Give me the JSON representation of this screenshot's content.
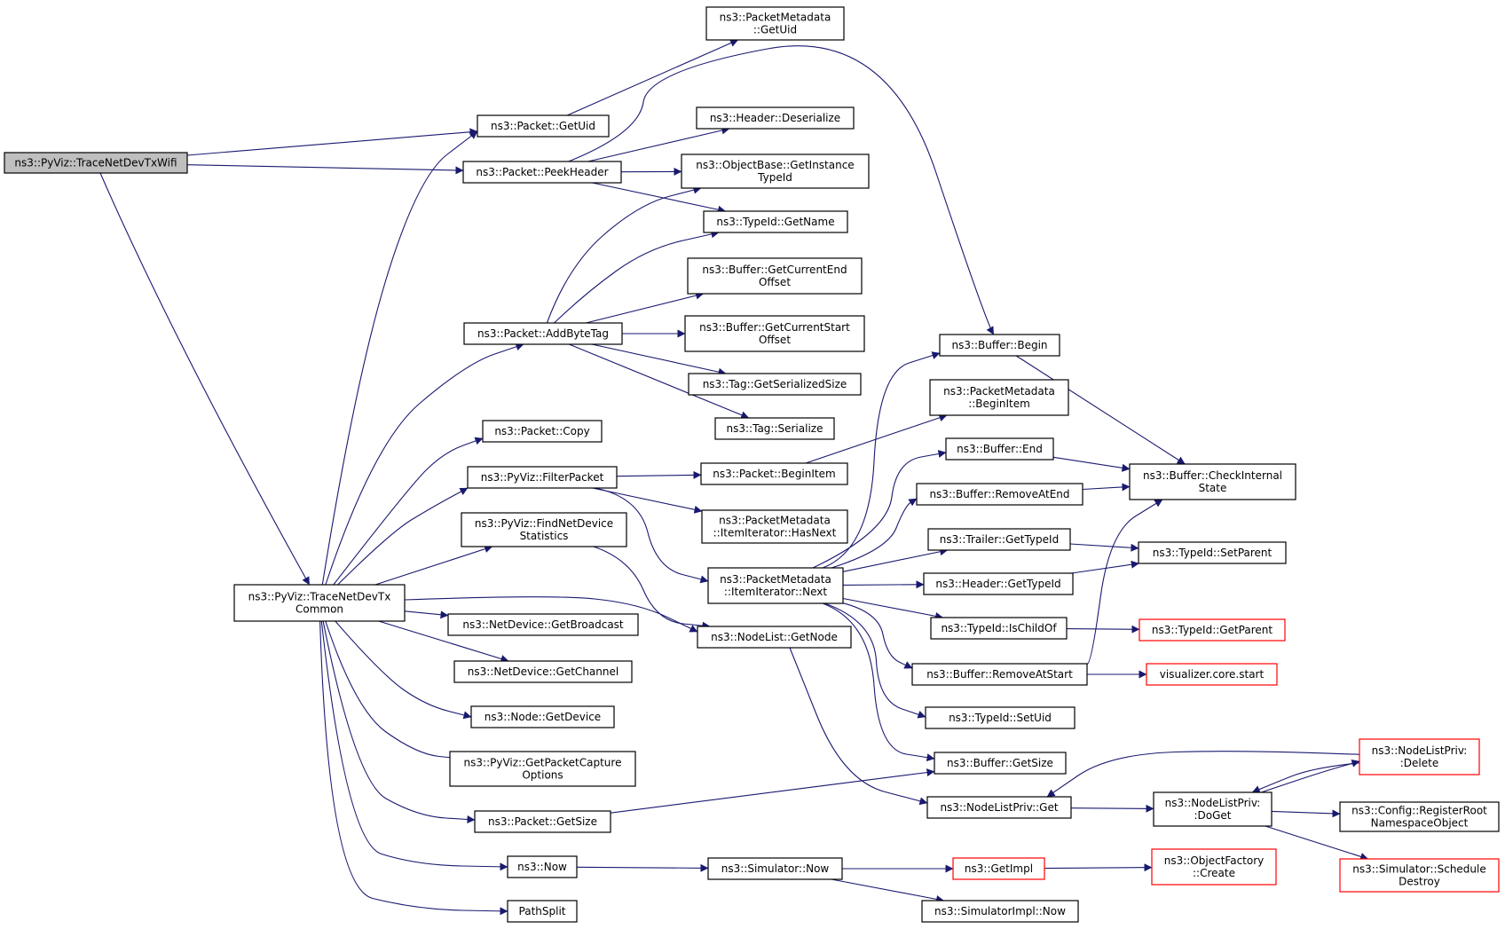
{
  "nodes": [
    {
      "id": "n0",
      "lines": [
        "ns3::PyViz::TraceNetDevTxWifi"
      ],
      "style": "root"
    },
    {
      "id": "n1",
      "lines": [
        "ns3::Packet::GetUid"
      ]
    },
    {
      "id": "n2",
      "lines": [
        "ns3::Packet::PeekHeader"
      ]
    },
    {
      "id": "n3",
      "lines": [
        "ns3::PyViz::TraceNetDevTx",
        "Common"
      ]
    },
    {
      "id": "n4",
      "lines": [
        "ns3::PacketMetadata",
        "::GetUid"
      ]
    },
    {
      "id": "n5",
      "lines": [
        "ns3::Header::Deserialize"
      ]
    },
    {
      "id": "n6",
      "lines": [
        "ns3::ObjectBase::GetInstance",
        "TypeId"
      ]
    },
    {
      "id": "n7",
      "lines": [
        "ns3::TypeId::GetName"
      ]
    },
    {
      "id": "n8",
      "lines": [
        "ns3::Buffer::Begin"
      ]
    },
    {
      "id": "n9",
      "lines": [
        "ns3::Packet::AddByteTag"
      ]
    },
    {
      "id": "n10",
      "lines": [
        "ns3::Buffer::GetCurrentEnd",
        "Offset"
      ]
    },
    {
      "id": "n11",
      "lines": [
        "ns3::Buffer::GetCurrentStart",
        "Offset"
      ]
    },
    {
      "id": "n12",
      "lines": [
        "ns3::Tag::GetSerializedSize"
      ]
    },
    {
      "id": "n13",
      "lines": [
        "ns3::Tag::Serialize"
      ]
    },
    {
      "id": "n14",
      "lines": [
        "ns3::Packet::Copy"
      ]
    },
    {
      "id": "n15",
      "lines": [
        "ns3::PyViz::FilterPacket"
      ]
    },
    {
      "id": "n16",
      "lines": [
        "ns3::Packet::BeginItem"
      ]
    },
    {
      "id": "n17",
      "lines": [
        "ns3::PacketMetadata",
        "::ItemIterator::HasNext"
      ]
    },
    {
      "id": "n18",
      "lines": [
        "ns3::PacketMetadata",
        "::ItemIterator::Next"
      ]
    },
    {
      "id": "n19",
      "lines": [
        "ns3::PyViz::FindNetDevice",
        "Statistics"
      ]
    },
    {
      "id": "n20",
      "lines": [
        "ns3::NodeList::GetNode"
      ]
    },
    {
      "id": "n21",
      "lines": [
        "ns3::NetDevice::GetBroadcast"
      ]
    },
    {
      "id": "n22",
      "lines": [
        "ns3::NetDevice::GetChannel"
      ]
    },
    {
      "id": "n23",
      "lines": [
        "ns3::Node::GetDevice"
      ]
    },
    {
      "id": "n24",
      "lines": [
        "ns3::PyViz::GetPacketCapture",
        "Options"
      ]
    },
    {
      "id": "n25",
      "lines": [
        "ns3::Packet::GetSize"
      ]
    },
    {
      "id": "n26",
      "lines": [
        "ns3::Now"
      ]
    },
    {
      "id": "n27",
      "lines": [
        "PathSplit"
      ]
    },
    {
      "id": "n28",
      "lines": [
        "ns3::PacketMetadata",
        "::BeginItem"
      ]
    },
    {
      "id": "n29",
      "lines": [
        "ns3::Buffer::End"
      ]
    },
    {
      "id": "n30",
      "lines": [
        "ns3::Buffer::RemoveAtEnd"
      ]
    },
    {
      "id": "n31",
      "lines": [
        "ns3::Buffer::CheckInternal",
        "State"
      ]
    },
    {
      "id": "n32",
      "lines": [
        "ns3::Trailer::GetTypeId"
      ]
    },
    {
      "id": "n33",
      "lines": [
        "ns3::TypeId::SetParent"
      ]
    },
    {
      "id": "n34",
      "lines": [
        "ns3::Header::GetTypeId"
      ]
    },
    {
      "id": "n35",
      "lines": [
        "ns3::TypeId::IsChildOf"
      ]
    },
    {
      "id": "n36",
      "lines": [
        "ns3::TypeId::GetParent"
      ],
      "style": "red"
    },
    {
      "id": "n37",
      "lines": [
        "ns3::Buffer::RemoveAtStart"
      ]
    },
    {
      "id": "n38",
      "lines": [
        "visualizer.core.start"
      ],
      "style": "red"
    },
    {
      "id": "n39",
      "lines": [
        "ns3::TypeId::SetUid"
      ]
    },
    {
      "id": "n40",
      "lines": [
        "ns3::Buffer::GetSize"
      ]
    },
    {
      "id": "n41",
      "lines": [
        "ns3::NodeListPriv::Get"
      ]
    },
    {
      "id": "n42",
      "lines": [
        "ns3::NodeListPriv:",
        ":DoGet"
      ]
    },
    {
      "id": "n43",
      "lines": [
        "ns3::NodeListPriv:",
        ":Delete"
      ],
      "style": "red"
    },
    {
      "id": "n44",
      "lines": [
        "ns3::Config::RegisterRoot",
        "NamespaceObject"
      ]
    },
    {
      "id": "n45",
      "lines": [
        "ns3::Simulator::Schedule",
        "Destroy"
      ],
      "style": "red"
    },
    {
      "id": "n46",
      "lines": [
        "ns3::Simulator::Now"
      ]
    },
    {
      "id": "n47",
      "lines": [
        "ns3::GetImpl"
      ],
      "style": "red"
    },
    {
      "id": "n48",
      "lines": [
        "ns3::ObjectFactory",
        "::Create"
      ],
      "style": "red"
    },
    {
      "id": "n49",
      "lines": [
        "ns3::SimulatorImpl::Now"
      ]
    }
  ],
  "edges": [
    [
      "n0",
      "n1"
    ],
    [
      "n0",
      "n2"
    ],
    [
      "n0",
      "n3"
    ],
    [
      "n1",
      "n4"
    ],
    [
      "n2",
      "n5"
    ],
    [
      "n2",
      "n6"
    ],
    [
      "n2",
      "n7"
    ],
    [
      "n2",
      "n8"
    ],
    [
      "n3",
      "n1"
    ],
    [
      "n3",
      "n9"
    ],
    [
      "n3",
      "n14"
    ],
    [
      "n3",
      "n15"
    ],
    [
      "n3",
      "n19"
    ],
    [
      "n3",
      "n20"
    ],
    [
      "n3",
      "n21"
    ],
    [
      "n3",
      "n22"
    ],
    [
      "n3",
      "n23"
    ],
    [
      "n3",
      "n24"
    ],
    [
      "n3",
      "n25"
    ],
    [
      "n3",
      "n26"
    ],
    [
      "n3",
      "n27"
    ],
    [
      "n9",
      "n6"
    ],
    [
      "n9",
      "n7"
    ],
    [
      "n9",
      "n10"
    ],
    [
      "n9",
      "n11"
    ],
    [
      "n9",
      "n12"
    ],
    [
      "n9",
      "n13"
    ],
    [
      "n15",
      "n16"
    ],
    [
      "n15",
      "n17"
    ],
    [
      "n15",
      "n18"
    ],
    [
      "n16",
      "n28"
    ],
    [
      "n18",
      "n8"
    ],
    [
      "n18",
      "n29"
    ],
    [
      "n18",
      "n30"
    ],
    [
      "n18",
      "n32"
    ],
    [
      "n18",
      "n34"
    ],
    [
      "n18",
      "n35"
    ],
    [
      "n18",
      "n37"
    ],
    [
      "n18",
      "n39"
    ],
    [
      "n18",
      "n40"
    ],
    [
      "n19",
      "n20"
    ],
    [
      "n20",
      "n41"
    ],
    [
      "n8",
      "n31"
    ],
    [
      "n29",
      "n31"
    ],
    [
      "n30",
      "n31"
    ],
    [
      "n37",
      "n31"
    ],
    [
      "n37",
      "n38"
    ],
    [
      "n32",
      "n33"
    ],
    [
      "n34",
      "n33"
    ],
    [
      "n35",
      "n36"
    ],
    [
      "n25",
      "n40"
    ],
    [
      "n41",
      "n42"
    ],
    [
      "n42",
      "n43"
    ],
    [
      "n43",
      "n41"
    ],
    [
      "n43",
      "n42"
    ],
    [
      "n42",
      "n44"
    ],
    [
      "n42",
      "n45"
    ],
    [
      "n26",
      "n46"
    ],
    [
      "n46",
      "n47"
    ],
    [
      "n46",
      "n49"
    ],
    [
      "n47",
      "n48"
    ]
  ]
}
